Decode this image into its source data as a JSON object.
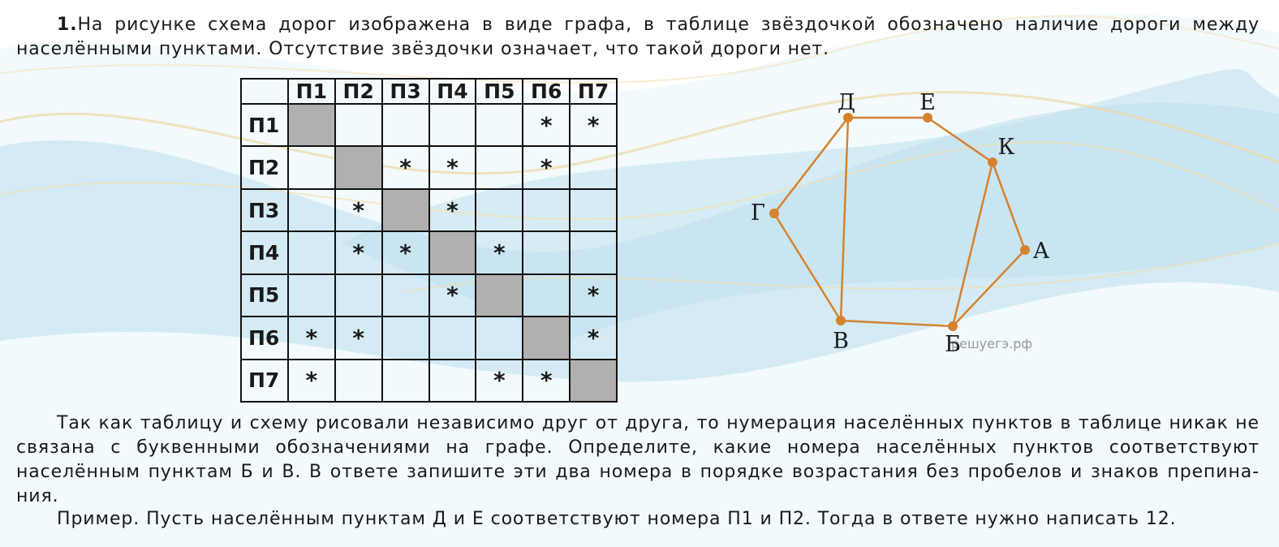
{
  "problem": {
    "number": "1.",
    "intro": "На рисунке схема дорог изображена в виде графа, в таблице звёздочкой обозначено наличие дороги между населёнными пунктами. Отсутствие звёздочки означает, что такой дороги нет.",
    "body": "Так как таблицу и схему рисовали независимо друг от друга, то нумерация населённых пунктов в таблице никак не связана с буквенными обозначениями на графе. Определите, какие номера населённых пунктов соответствуют населённым пунктам Б и В. В ответе запишите эти два номера в порядке возрастания без пробелов и знаков препина-ния.",
    "example": "Пример. Пусть населённым пунктам Д и Е соответствуют номера П1 и П2. Тогда в ответе нужно написать 12."
  },
  "table": {
    "headers": [
      "П1",
      "П2",
      "П3",
      "П4",
      "П5",
      "П6",
      "П7"
    ],
    "rows": [
      {
        "label": "П1",
        "cells": [
          "#",
          "",
          "",
          "",
          "",
          "*",
          "*"
        ]
      },
      {
        "label": "П2",
        "cells": [
          "",
          "#",
          "*",
          "*",
          "",
          "*",
          ""
        ]
      },
      {
        "label": "П3",
        "cells": [
          "",
          "*",
          "#",
          "*",
          "",
          "",
          ""
        ]
      },
      {
        "label": "П4",
        "cells": [
          "",
          "*",
          "*",
          "#",
          "*",
          "",
          ""
        ]
      },
      {
        "label": "П5",
        "cells": [
          "",
          "",
          "",
          "*",
          "#",
          "",
          "*"
        ]
      },
      {
        "label": "П6",
        "cells": [
          "*",
          "*",
          "",
          "",
          "",
          "#",
          "*"
        ]
      },
      {
        "label": "П7",
        "cells": [
          "*",
          "",
          "",
          "",
          "*",
          "*",
          "#"
        ]
      }
    ]
  },
  "graph": {
    "nodes": [
      {
        "id": "Д",
        "label": "Д"
      },
      {
        "id": "Е",
        "label": "Е"
      },
      {
        "id": "К",
        "label": "К"
      },
      {
        "id": "Г",
        "label": "Г"
      },
      {
        "id": "А",
        "label": "А"
      },
      {
        "id": "В",
        "label": "В"
      },
      {
        "id": "Б",
        "label": "Б"
      }
    ],
    "edges": [
      [
        "Д",
        "Е"
      ],
      [
        "Д",
        "Г"
      ],
      [
        "Д",
        "В"
      ],
      [
        "Е",
        "К"
      ],
      [
        "К",
        "А"
      ],
      [
        "К",
        "Б"
      ],
      [
        "Г",
        "В"
      ],
      [
        "В",
        "Б"
      ],
      [
        "Б",
        "А"
      ]
    ],
    "edge_color": "#d4822e",
    "watermark": "решуегэ.рф"
  },
  "colors": {
    "diagonal_cell": "#b0b0b0",
    "background_wave": "#c9e6f3"
  }
}
